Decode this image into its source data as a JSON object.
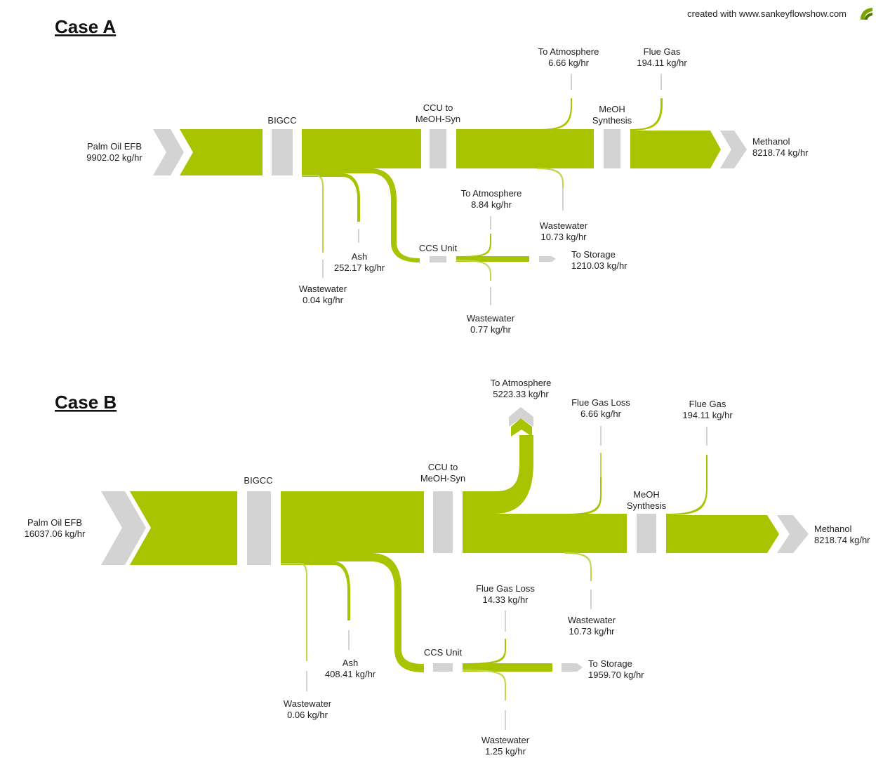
{
  "credit": "created with www.sankeyflowshow.com",
  "colors": {
    "flow": "#a8c300",
    "node": "#d3d3d3"
  },
  "case_a": {
    "title": "Case A",
    "feed": {
      "name": "Palm Oil EFB",
      "value": "9902.02 kg/hr"
    },
    "nodes": {
      "bigcc": "BIGCC",
      "ccu_1": "CCU to",
      "ccu_2": "MeOH-Syn",
      "meoh_1": "MeOH",
      "meoh_2": "Synthesis",
      "ccs": "CCS Unit"
    },
    "outputs": {
      "atm_top": {
        "name": "To Atmosphere",
        "value": "6.66 kg/hr"
      },
      "flue_gas": {
        "name": "Flue Gas",
        "value": "194.11 kg/hr"
      },
      "methanol": {
        "name": "Methanol",
        "value": "8218.74 kg/hr"
      },
      "atm_ccs": {
        "name": "To Atmosphere",
        "value": "8.84 kg/hr"
      },
      "ww_ccu": {
        "name": "Wastewater",
        "value": "10.73 kg/hr"
      },
      "storage": {
        "name": "To Storage",
        "value": "1210.03 kg/hr"
      },
      "ash": {
        "name": "Ash",
        "value": "252.17 kg/hr"
      },
      "ww_bigcc": {
        "name": "Wastewater",
        "value": "0.04 kg/hr"
      },
      "ww_ccs": {
        "name": "Wastewater",
        "value": "0.77 kg/hr"
      }
    }
  },
  "case_b": {
    "title": "Case B",
    "feed": {
      "name": "Palm Oil EFB",
      "value": "16037.06 kg/hr"
    },
    "nodes": {
      "bigcc": "BIGCC",
      "ccu_1": "CCU to",
      "ccu_2": "MeOH-Syn",
      "meoh_1": "MeOH",
      "meoh_2": "Synthesis",
      "ccs": "CCS Unit"
    },
    "outputs": {
      "atm": {
        "name": "To Atmosphere",
        "value": "5223.33 kg/hr"
      },
      "fg_loss_top": {
        "name": "Flue Gas Loss",
        "value": "6.66 kg/hr"
      },
      "flue_gas": {
        "name": "Flue Gas",
        "value": "194.11 kg/hr"
      },
      "methanol": {
        "name": "Methanol",
        "value": "8218.74 kg/hr"
      },
      "fg_loss_ccs": {
        "name": "Flue Gas Loss",
        "value": "14.33 kg/hr"
      },
      "ww_ccu": {
        "name": "Wastewater",
        "value": "10.73 kg/hr"
      },
      "storage": {
        "name": "To Storage",
        "value": "1959.70 kg/hr"
      },
      "ash": {
        "name": "Ash",
        "value": "408.41 kg/hr"
      },
      "ww_bigcc": {
        "name": "Wastewater",
        "value": "0.06 kg/hr"
      },
      "ww_ccs": {
        "name": "Wastewater",
        "value": "1.25 kg/hr"
      }
    }
  }
}
